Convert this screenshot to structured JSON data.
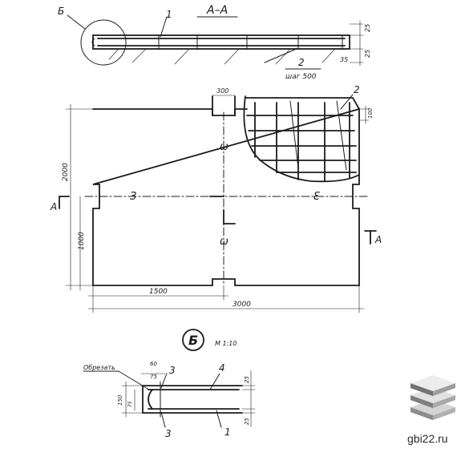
{
  "section": {
    "title": "А–А",
    "callout": "Б"
  },
  "callouts": {
    "mesh1": "1",
    "mesh2": "2",
    "mesh2_plan": "2",
    "spacing": "шаг 500"
  },
  "dimensions": {
    "sec_25_top": "25",
    "sec_25_bottom": "25",
    "sec_35": "35",
    "niche_300": "300",
    "edge_100": "100",
    "height_2000": "2000",
    "height_1000": "1000",
    "width_1500": "1500",
    "width_3000": "3000"
  },
  "cut_marks": {
    "left": "А",
    "right": "А"
  },
  "detail": {
    "label": "Б",
    "scale": "М 1:10",
    "note": "Обрезать",
    "dim_60": "60",
    "dim_75": "75",
    "dim_150": "150",
    "dim_75v": "75",
    "dim_25_top": "25",
    "dim_25_bottom": "25",
    "part_3_top": "3",
    "part_3_bottom": "3",
    "part_4": "4",
    "part_1": "1"
  },
  "watermark": {
    "text": "gbi22.ru",
    "icon": "stacked-slabs-icon"
  }
}
